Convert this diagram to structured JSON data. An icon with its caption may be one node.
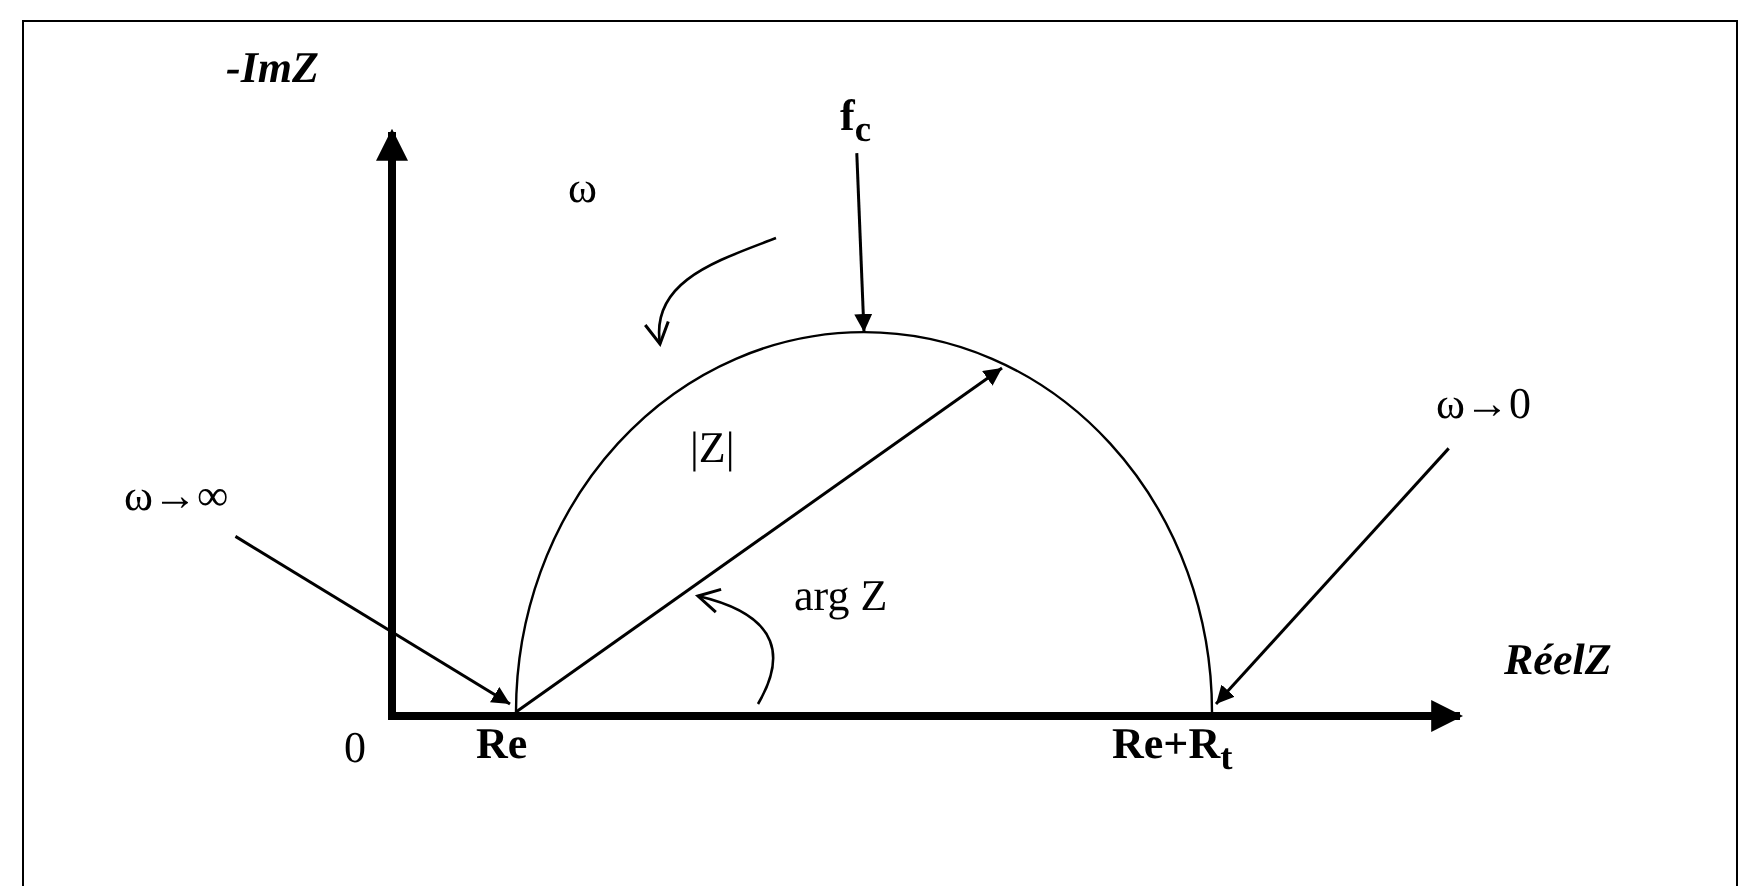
{
  "diagram": {
    "nodes": [
      {
        "text": [
          "ω→∞"
        ]
      },
      {
        "text": [
          "ω→0"
        ]
      },
      {
        "text": [
          "f$_{c}$"
        ]
      },
      {
        "text": [],
        "shape": "arc"
      }
    ],
    "edges": [
      {
        "from": 0,
        "to": 3,
        "arrow": "to"
      },
      {
        "from": 1,
        "to": 3,
        "arrow": "to"
      },
      {
        "from": 2,
        "to": 3,
        "arrow": "to"
      }
    ],
    "labels": [
      "-ImZ",
      "ω",
      "|Z|",
      "arg Z",
      "RéelZ",
      "0",
      "Re",
      "Re+R$_{t}$"
    ]
  }
}
